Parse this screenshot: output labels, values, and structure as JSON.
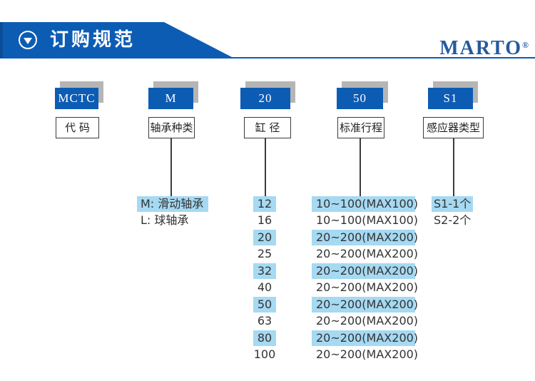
{
  "header": {
    "title": "订购规范",
    "logo": "MARTO",
    "registered": "®"
  },
  "columns": [
    {
      "code": "MCTC",
      "label": "代 码"
    },
    {
      "code": "M",
      "label": "轴承种类"
    },
    {
      "code": "20",
      "label": "缸 径"
    },
    {
      "code": "50",
      "label": "标准行程"
    },
    {
      "code": "S1",
      "label": "感应器类型"
    }
  ],
  "options": {
    "bearing": [
      {
        "label": "M: 滑动轴承",
        "hl": true
      },
      {
        "label": "L: 球轴承",
        "hl": false
      }
    ],
    "bore": [
      {
        "label": "12",
        "hl": true
      },
      {
        "label": "16",
        "hl": false
      },
      {
        "label": "20",
        "hl": true
      },
      {
        "label": "25",
        "hl": false
      },
      {
        "label": "32",
        "hl": true
      },
      {
        "label": "40",
        "hl": false
      },
      {
        "label": "50",
        "hl": true
      },
      {
        "label": "63",
        "hl": false
      },
      {
        "label": "80",
        "hl": true
      },
      {
        "label": "100",
        "hl": false
      }
    ],
    "stroke": [
      {
        "label": "10~100(MAX100)",
        "hl": true
      },
      {
        "label": "10~100(MAX100)",
        "hl": false
      },
      {
        "label": "20~200(MAX200)",
        "hl": true
      },
      {
        "label": "20~200(MAX200)",
        "hl": false
      },
      {
        "label": "20~200(MAX200)",
        "hl": true
      },
      {
        "label": "20~200(MAX200)",
        "hl": false
      },
      {
        "label": "20~200(MAX200)",
        "hl": true
      },
      {
        "label": "20~200(MAX200)",
        "hl": false
      },
      {
        "label": "20~200(MAX200)",
        "hl": true
      },
      {
        "label": "20~200(MAX200)",
        "hl": false
      }
    ],
    "sensor": [
      {
        "label": "S1-1个",
        "hl": true
      },
      {
        "label": "S2-2个",
        "hl": false
      }
    ]
  },
  "colors": {
    "primary_blue": "#0d5cb4",
    "dark_edge_blue": "#0a4c98",
    "highlight_blue": "#a6d9f2",
    "logo_blue": "#255a9e",
    "shadow_gray": "#b5b5b5"
  }
}
